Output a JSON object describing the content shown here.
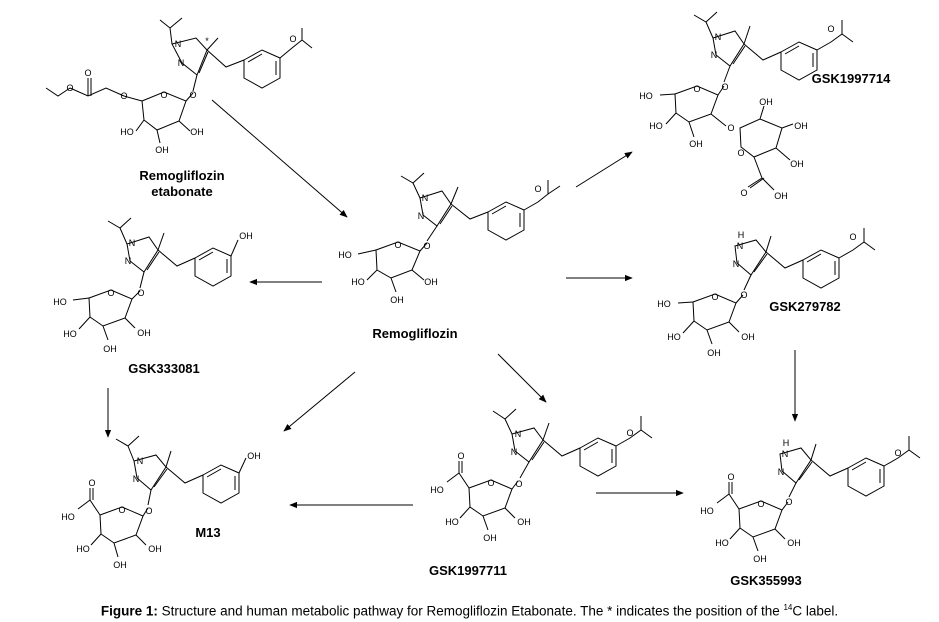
{
  "compounds": {
    "remogliflozin_etabonate_line1": "Remogliflozin",
    "remogliflozin_etabonate_line2": "etabonate",
    "remogliflozin": "Remogliflozin",
    "gsk1997714": "GSK1997714",
    "gsk333081": "GSK333081",
    "gsk279782": "GSK279782",
    "m13": "M13",
    "gsk1997711": "GSK1997711",
    "gsk355993": "GSK355993"
  },
  "atoms": {
    "ho": "HO",
    "oh": "OH",
    "o": "O",
    "n": "N",
    "hn": "H",
    "star": "*"
  },
  "caption": {
    "label": "Figure 1:",
    "text_before": " Structure and human metabolic pathway for Remogliflozin Etabonate. The * indicates the position of the ",
    "superscript": "14",
    "text_after": "C label."
  }
}
